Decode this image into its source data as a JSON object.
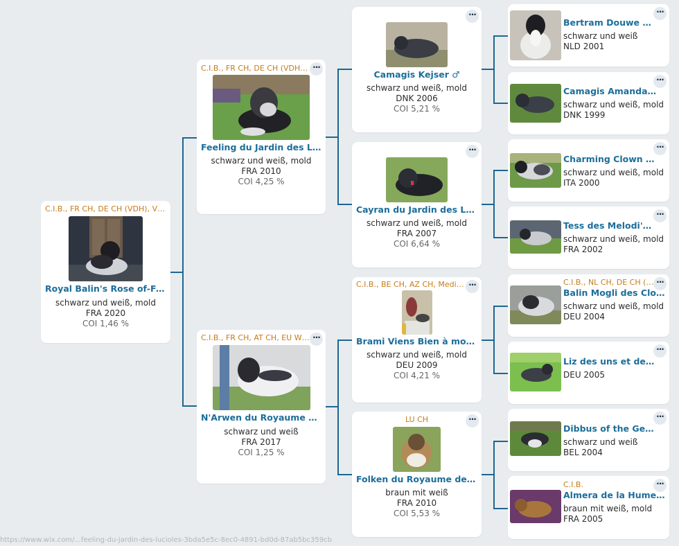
{
  "root": {
    "titles": "C.I.B., FR CH, DE CH (VDH), VDH J…",
    "name": "Royal Balin's Rose of-Feeli…",
    "color": "schwarz und weiß, mold",
    "info": "FRA 2020",
    "coi": "COI 1,46 %"
  },
  "gen1": [
    {
      "titles": "C.I.B., FR CH, DE CH (VDH), DK C",
      "name": "Feeling du Jardin des Luci…",
      "color": "schwarz und weiß, mold",
      "info": "FRA 2010",
      "coi": "COI 4,25 %"
    },
    {
      "titles": "C.I.B., FR CH, AT CH, EU W 2019,",
      "name": "N'Arwen du Royaume de F…",
      "color": "schwarz und weiß",
      "info": "FRA 2017",
      "coi": "COI 1,25 %"
    }
  ],
  "gen2": [
    {
      "titles": "",
      "name": "Camagis Kejser",
      "sex": "♂",
      "color": "schwarz und weiß, mold",
      "info": "DNK 2006",
      "coi": "COI 5,21 %"
    },
    {
      "titles": "",
      "name": "Cayran du Jardin des Luci…",
      "sex": "",
      "color": "schwarz und weiß, mold",
      "info": "FRA 2007",
      "coi": "COI 6,64 %"
    },
    {
      "titles": "C.I.B., BE CH, AZ CH, Mediterran",
      "name": "Brami Viens Bien à moi",
      "sex": "♂",
      "color": "schwarz und weiß, mold",
      "info": "DEU 2009",
      "coi": "COI 4,21 %"
    },
    {
      "titles": "LU CH",
      "name": "Folken du Royaume de Fa…",
      "sex": "",
      "color": "braun mit weiß",
      "info": "FRA 2010",
      "coi": "COI 5,53 %"
    }
  ],
  "gen3": [
    {
      "titles": "",
      "name": "Bertram Douwe van …",
      "sex": "",
      "color": "schwarz und weiß",
      "info": "NLD 2001"
    },
    {
      "titles": "",
      "name": "Camagis Amanda",
      "sex": "♀",
      "color": "schwarz und weiß, mold",
      "info": "DNK 1999"
    },
    {
      "titles": "",
      "name": "Charming Clown Spec…",
      "sex": "",
      "color": "schwarz und weiß, mold",
      "info": "ITA 2000"
    },
    {
      "titles": "",
      "name": "Tess des Melodi'Does…",
      "sex": "",
      "color": "schwarz und weiß, mold",
      "info": "FRA 2002"
    },
    {
      "titles": "C.I.B., NL CH, DE CH (VDH),",
      "name": "Balin Mogli des Cloch…",
      "sex": "",
      "color": "schwarz und weiß, mold",
      "info": "DEU 2004"
    },
    {
      "titles": "",
      "name": "Liz des uns et des aut…",
      "sex": "",
      "color": "",
      "info": "DEU 2005"
    },
    {
      "titles": "",
      "name": "Dibbus of the Gentle …",
      "sex": "",
      "color": "schwarz und weiß",
      "info": "BEL 2004"
    },
    {
      "titles": "C.I.B.",
      "name": "Almera de la Hume d…",
      "sex": "",
      "color": "braun mit weiß, mold",
      "info": "FRA 2005"
    }
  ],
  "more_label": "···",
  "status_url": "https://www.wix.com/...feeling-du-jardin-des-lucioles-3bda5e5c-8ec0-4891-bd0d-87ab5bc359cb",
  "colors": {
    "background": "#e8ecef",
    "card": "#ffffff",
    "name": "#1c6e9a",
    "titles": "#c77a18",
    "connector": "#1d6690"
  }
}
